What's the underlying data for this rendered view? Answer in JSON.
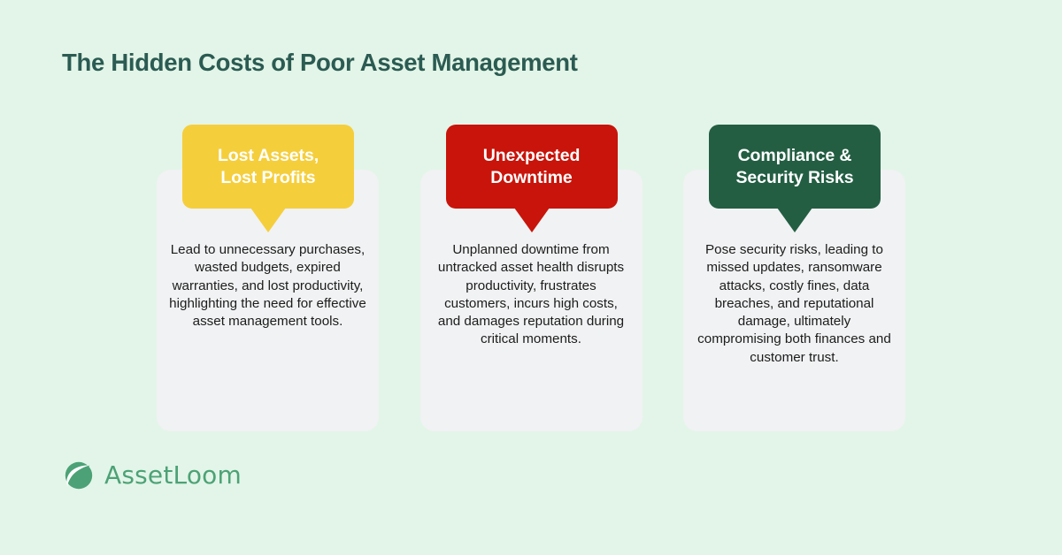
{
  "page": {
    "background_color": "#E3F5E8",
    "title": "The Hidden Costs of Poor Asset Management",
    "title_color": "#2B5B52"
  },
  "cards": [
    {
      "banner_title": "Lost Assets,\nLost Profits",
      "banner_color": "#F5CE3B",
      "banner_text_color": "#FFFFFF",
      "body": "Lead to unnecessary purchases, wasted budgets, expired warranties, and lost productivity, highlighting the need for effective asset management tools.",
      "panel_color": "#F1F2F3"
    },
    {
      "banner_title": "Unexpected\nDowntime",
      "banner_color": "#C8140A",
      "banner_text_color": "#FFFFFF",
      "body": "Unplanned downtime from untracked asset health disrupts productivity, frustrates customers, incurs high costs, and damages reputation during critical moments.",
      "panel_color": "#F1F2F3"
    },
    {
      "banner_title": "Compliance &\nSecurity Risks",
      "banner_color": "#235E43",
      "banner_text_color": "#FFFFFF",
      "body": "Pose security risks, leading to missed updates, ransomware attacks, costly fines, data breaches, and reputational damage, ultimately compromising both finances and customer trust.",
      "panel_color": "#F1F2F3"
    }
  ],
  "logo": {
    "name": "AssetLoom",
    "mark_color": "#4CA276",
    "text_color": "#4CA276"
  }
}
